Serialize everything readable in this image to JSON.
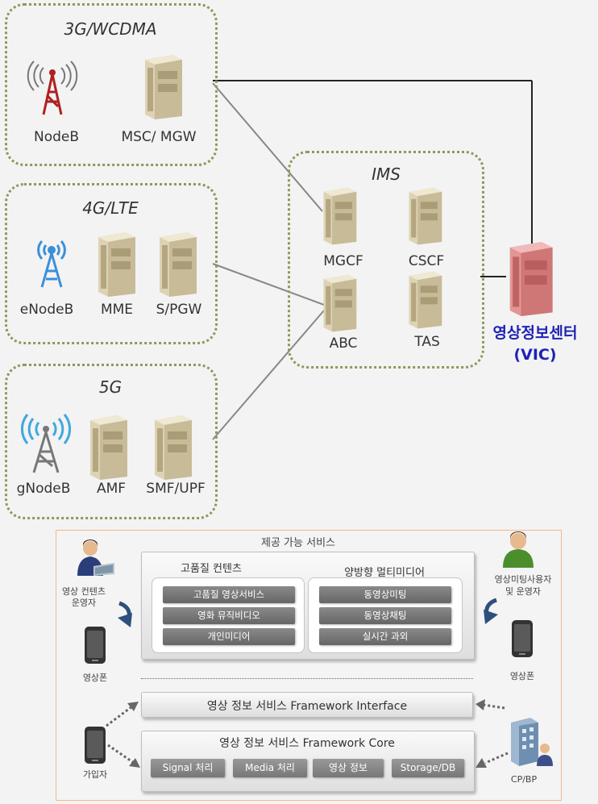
{
  "groups": {
    "wcdma": {
      "title": "3G/WCDMA",
      "nodeb": "NodeB",
      "msc": "MSC/ MGW"
    },
    "lte": {
      "title": "4G/LTE",
      "enodeb": "eNodeB",
      "mme": "MME",
      "spgw": "S/PGW"
    },
    "nr": {
      "title": "5G",
      "gnodeb": "gNodeB",
      "amf": "AMF",
      "smf": "SMF/UPF"
    },
    "ims": {
      "title": "IMS",
      "mgcf": "MGCF",
      "cscf": "CSCF",
      "abc": "ABC",
      "tas": "TAS"
    }
  },
  "vic": {
    "line1": "영상정보센터",
    "line2": "(VIC)"
  },
  "panel": {
    "title": "제공 가능 서비스",
    "left_user": "영상 컨텐츠\n운영자",
    "left_phone": "영상폰",
    "right_user": "영상미팅사용자\n및 운영자",
    "right_phone": "영상폰",
    "subscriber": "가입자",
    "cpbp": "CP/BP",
    "hq": {
      "title": "고품질 컨텐츠",
      "items": [
        "고품질 영상서비스",
        "영화 뮤직비디오",
        "개인미디어"
      ]
    },
    "mm": {
      "title": "양방향 멀티미디어",
      "items": [
        "동영상미팅",
        "동영상채팅",
        "실시간 과외"
      ]
    },
    "interface": "영상 정보 서비스 Framework  Interface",
    "core": {
      "title": "영상 정보 서비스 Framework Core",
      "items": [
        "Signal 처리",
        "Media 처리",
        "영상 정보",
        "Storage/DB"
      ]
    }
  },
  "colors": {
    "accent": "#1e23b4",
    "group_border": "#8c9a5b",
    "vic_server": "#e48a8a",
    "panel_border": "#f2b98c"
  },
  "icons": [
    "antenna-tower-icon",
    "wireless-tower-icon",
    "server-icon",
    "user-laptop-icon",
    "user-icon",
    "phone-icon",
    "building-user-icon",
    "curved-arrow-icon",
    "dotted-arrow-icon"
  ]
}
